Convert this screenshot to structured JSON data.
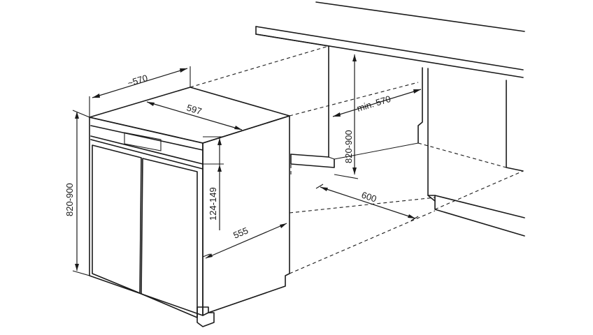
{
  "dimensions": {
    "depth_approx": "~570",
    "width": "597",
    "height_left": "820-900",
    "plinth_range": "124-149",
    "inner_depth": "555",
    "niche_min_depth": "min. 570",
    "niche_height": "820-900",
    "niche_width": "600"
  },
  "colors": {
    "line": "#1a1a1a",
    "panel_dark": "#6d6d6d",
    "panel_light": "#d9d9d9"
  }
}
